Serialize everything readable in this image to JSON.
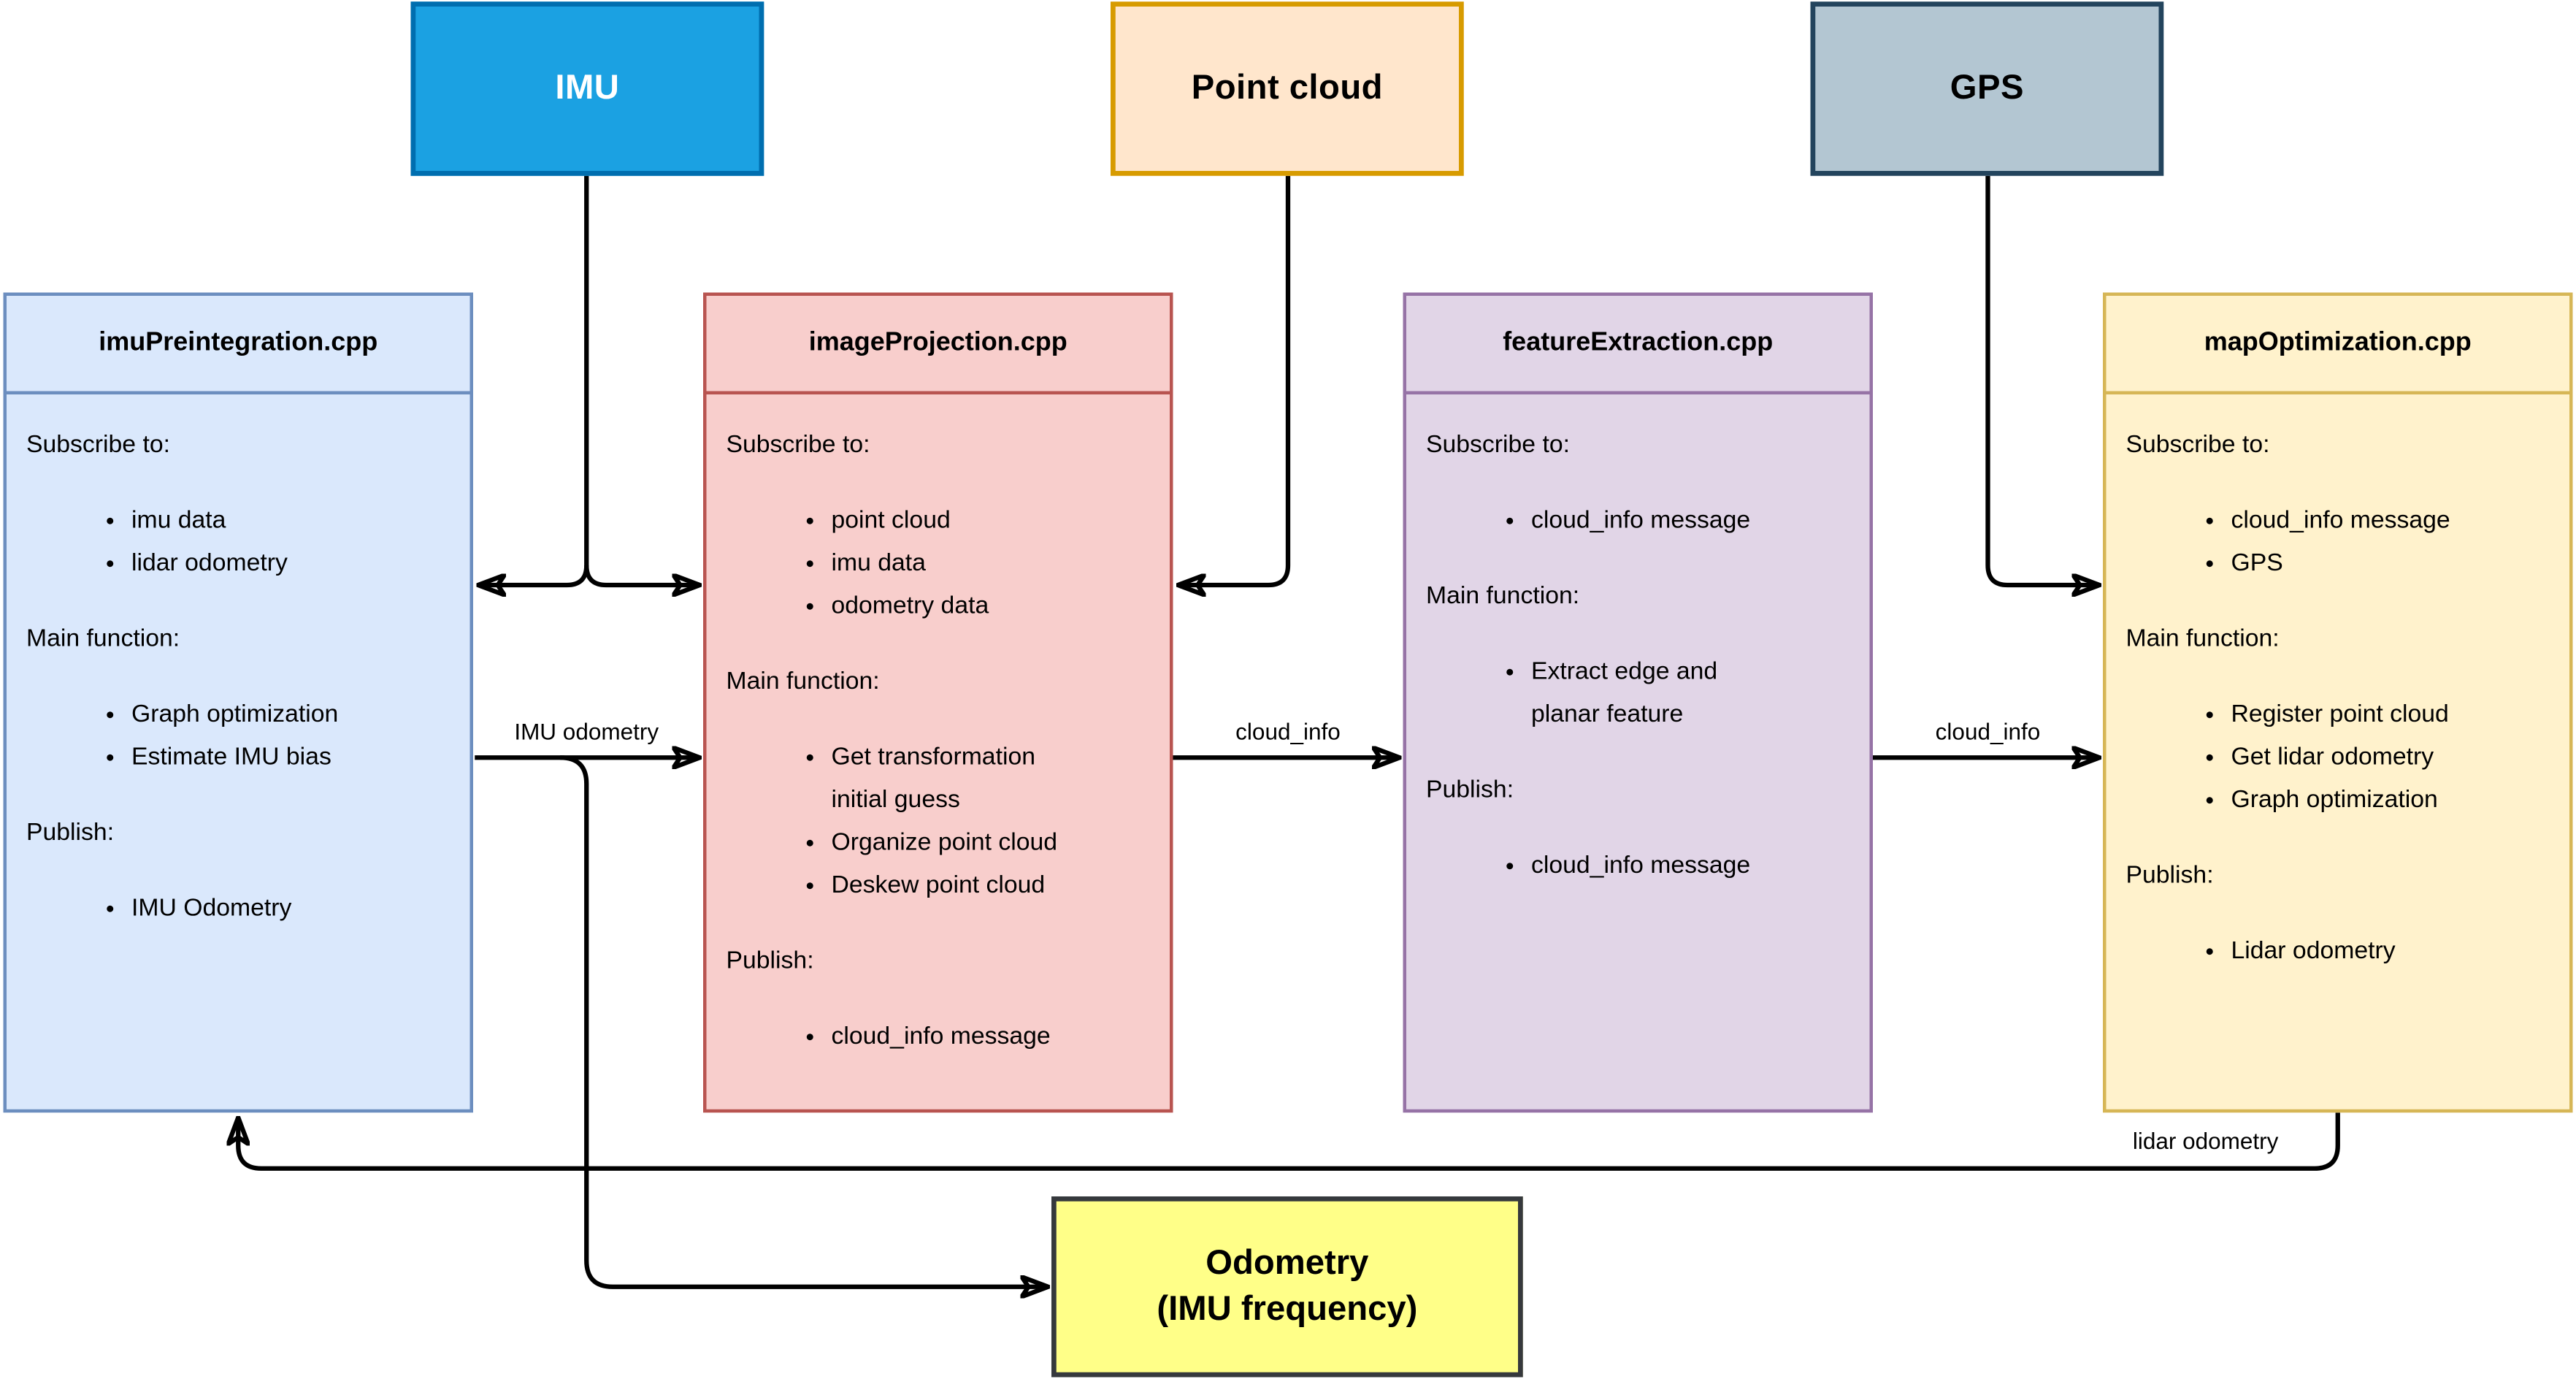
{
  "sources": {
    "imu": {
      "label": "IMU"
    },
    "point_cloud": {
      "label": "Point cloud"
    },
    "gps": {
      "label": "GPS"
    }
  },
  "modules": [
    {
      "title": "imuPreintegration.cpp",
      "sections": [
        {
          "heading": "Subscribe to:",
          "items": [
            "imu data",
            "lidar odometry"
          ]
        },
        {
          "heading": "Main function:",
          "items": [
            "Graph optimization",
            "Estimate IMU bias"
          ]
        },
        {
          "heading": "Publish:",
          "items": [
            "IMU Odometry"
          ]
        }
      ]
    },
    {
      "title": "imageProjection.cpp",
      "sections": [
        {
          "heading": "Subscribe to:",
          "items": [
            "point cloud",
            "imu data",
            "odometry data"
          ]
        },
        {
          "heading": "Main function:",
          "items": [
            "Get transformation initial guess",
            "Organize point cloud",
            "Deskew point cloud"
          ]
        },
        {
          "heading": "Publish:",
          "items": [
            "cloud_info message"
          ]
        }
      ]
    },
    {
      "title": "featureExtraction.cpp",
      "sections": [
        {
          "heading": "Subscribe to:",
          "items": [
            "cloud_info message"
          ]
        },
        {
          "heading": "Main function:",
          "items": [
            "Extract edge and planar feature"
          ]
        },
        {
          "heading": "Publish:",
          "items": [
            "cloud_info message"
          ]
        }
      ]
    },
    {
      "title": "mapOptimization.cpp",
      "sections": [
        {
          "heading": "Subscribe to:",
          "items": [
            "cloud_info message",
            "GPS"
          ]
        },
        {
          "heading": "Main function:",
          "items": [
            "Register point cloud",
            "Get lidar odometry",
            "Graph optimization"
          ]
        },
        {
          "heading": "Publish:",
          "items": [
            "Lidar odometry"
          ]
        }
      ]
    }
  ],
  "sink": {
    "line1": "Odometry",
    "line2": "(IMU frequency)"
  },
  "edge_labels": {
    "imu_odometry": "IMU odometry",
    "cloud_info_1": "cloud_info",
    "cloud_info_2": "cloud_info",
    "lidar_odometry": "lidar odometry"
  },
  "colors": {
    "imu_fill": "#1BA1E2",
    "imu_stroke": "#006EAF",
    "imu_text": "#FFFFFF",
    "point_cloud_fill": "#FFE6CC",
    "point_cloud_stroke": "#D79B00",
    "gps_fill": "#B3C6D2",
    "gps_stroke": "#23445D",
    "module_imupreintegration_fill": "#DAE8FC",
    "module_imupreintegration_stroke": "#6C8EBF",
    "module_imageprojection_fill": "#F8CECC",
    "module_imageprojection_stroke": "#B85450",
    "module_featureextraction_fill": "#E1D5E7",
    "module_featureextraction_stroke": "#9673A6",
    "module_mapoptimization_fill": "#FFF2CC",
    "module_mapoptimization_stroke": "#D6B656",
    "odometry_fill": "#FFFF88",
    "odometry_stroke": "#36393D",
    "edge": "#000000"
  }
}
